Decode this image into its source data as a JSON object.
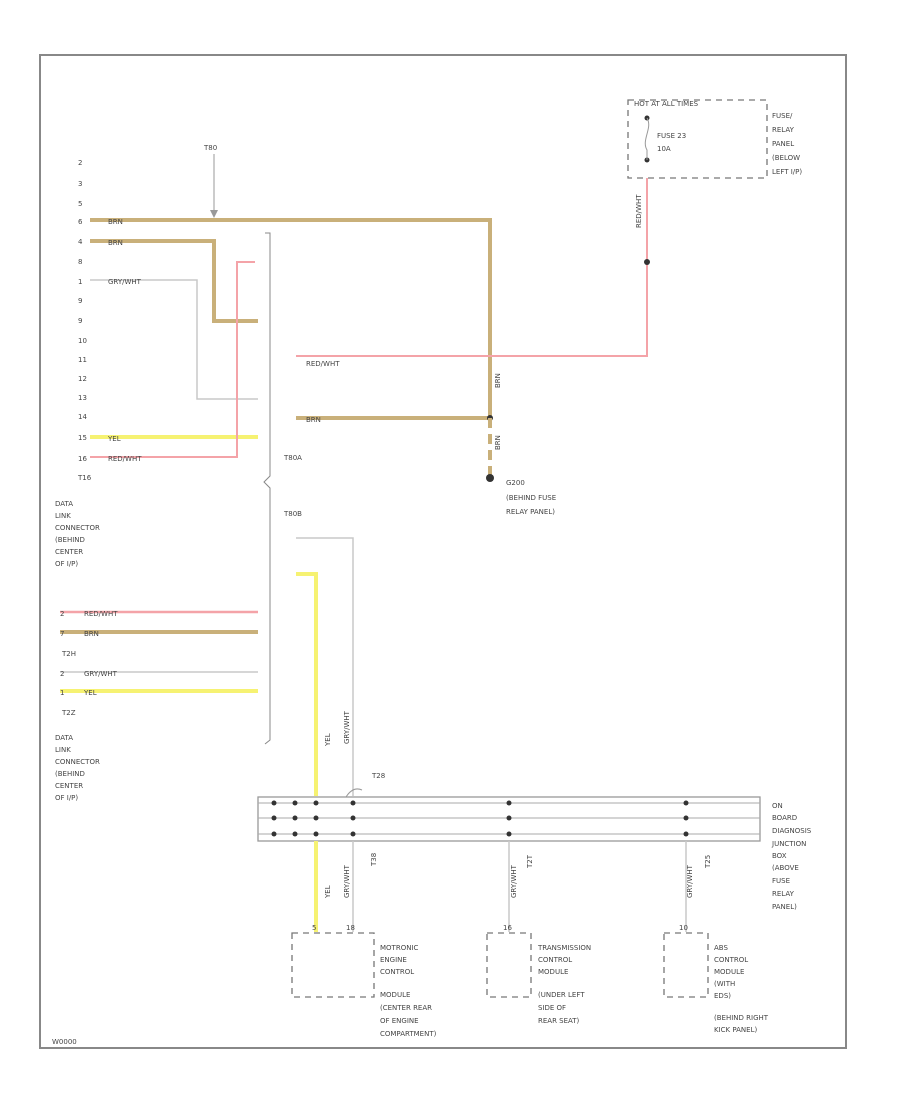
{
  "colors": {
    "brown": "#c9b07a",
    "red": "#f4a3a8",
    "yellow": "#f6f272",
    "grey": "#c8c8c8",
    "frame": "#888888"
  },
  "top_connector": {
    "branch_label": "T80",
    "pins": [
      "2",
      "3",
      "5",
      "6",
      "4",
      "8",
      "1",
      "9",
      "9",
      "10",
      "11",
      "12",
      "13",
      "14",
      "15",
      "16"
    ],
    "wires": {
      "pin6": "BRN",
      "pin4": "BRN",
      "pin1": "GRY/WHT",
      "pin15": "YEL",
      "pin16": "RED/WHT"
    },
    "connector_id": "T16",
    "description": [
      "DATA",
      "LINK",
      "CONNECTOR",
      "(BEHIND",
      "CENTER",
      "OF I/P)"
    ]
  },
  "fuse_box": {
    "header": "HOT AT ALL TIMES",
    "fuse_label": "FUSE 23",
    "fuse_rating": "10A",
    "description": [
      "FUSE/",
      "RELAY",
      "PANEL",
      "(BELOW",
      "LEFT I/P)"
    ],
    "wire_label": "RED/WHT"
  },
  "middle_wires": {
    "red_wht": "RED/WHT",
    "brn_h": "BRN",
    "brn_v1": "BRN",
    "brn_v2": "BRN"
  },
  "ground": {
    "label": "G200",
    "description": [
      "(BEHIND FUSE",
      "RELAY PANEL)"
    ]
  },
  "bracket_labels": {
    "t80a": "T80A",
    "t80b": "T80B"
  },
  "lower_connector": {
    "rows": [
      {
        "pin": "2",
        "wire": "RED/WHT"
      },
      {
        "pin": "7",
        "wire": "BRN"
      }
    ],
    "id1": "T2H",
    "rows2": [
      {
        "pin": "2",
        "wire": "GRY/WHT"
      },
      {
        "pin": "1",
        "wire": "YEL"
      }
    ],
    "id2": "T2Z",
    "description": [
      "DATA",
      "LINK",
      "CONNECTOR",
      "(BEHIND",
      "CENTER",
      "OF I/P)"
    ]
  },
  "vertical_labels": {
    "yel_top": "YEL",
    "gry_top": "GRY/WHT",
    "t_top": "T28"
  },
  "junction_box": {
    "description": [
      "ON",
      "BOARD",
      "DIAGNOSIS",
      "JUNCTION",
      "BOX",
      "(ABOVE",
      "FUSE",
      "RELAY",
      "PANEL)"
    ]
  },
  "modules": [
    {
      "wire1": "YEL",
      "wire2": "GRY/WHT",
      "connector": "T38",
      "pin1": "5",
      "pin2": "18",
      "description": [
        "MOTRONIC",
        "ENGINE",
        "CONTROL",
        "MODULE",
        "(CENTER REAR",
        "OF ENGINE",
        "COMPARTMENT)"
      ]
    },
    {
      "wire1": "GRY/WHT",
      "connector": "T2T",
      "pin1": "16",
      "description": [
        "TRANSMISSION",
        "CONTROL",
        "MODULE",
        "(UNDER LEFT",
        "SIDE OF",
        "REAR SEAT)"
      ]
    },
    {
      "wire1": "GRY/WHT",
      "connector": "T25",
      "pin1": "10",
      "description": [
        "ABS",
        "CONTROL",
        "MODULE",
        "(WITH",
        "EDS)",
        "(BEHIND RIGHT",
        "KICK PANEL)"
      ]
    }
  ],
  "footer_code": "W0000"
}
